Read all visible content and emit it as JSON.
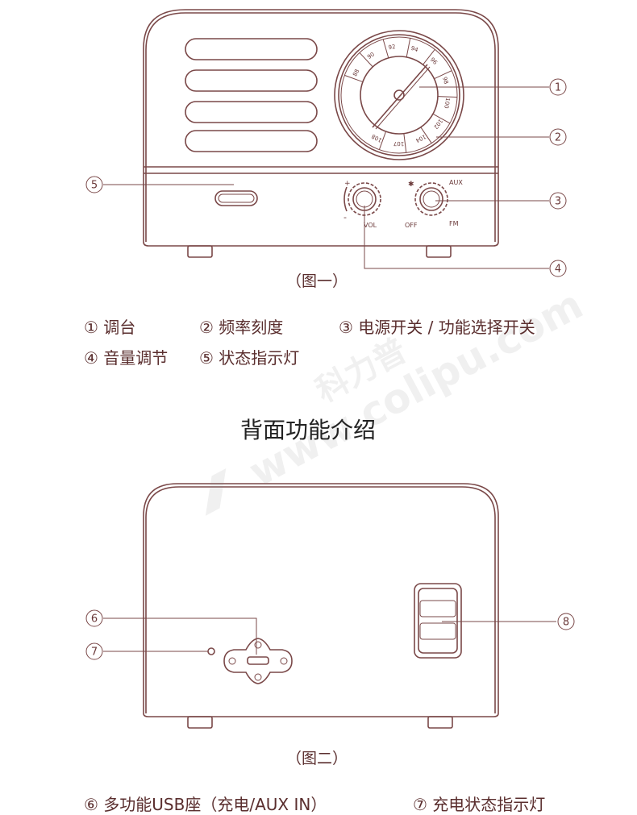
{
  "front": {
    "dial_labels": [
      "88",
      "90",
      "92",
      "94",
      "96",
      "98",
      "100",
      "102",
      "104",
      "107",
      "108"
    ],
    "knob_labels": {
      "vol": "VOL",
      "plus": "+",
      "minus": "-",
      "off": "OFF",
      "fm": "FM",
      "aux": "AUX",
      "bt": "✱"
    },
    "callouts": [
      "①",
      "②",
      "③",
      "④",
      "⑤"
    ],
    "caption": "（图一）"
  },
  "legend": {
    "row1": [
      "① 调台",
      "② 频率刻度",
      "③ 电源开关 / 功能选择开关"
    ],
    "row2": [
      "④ 音量调节",
      "⑤ 状态指示灯"
    ]
  },
  "heading": "背面功能介绍",
  "back": {
    "callouts": [
      "⑥",
      "⑦",
      "⑧"
    ],
    "caption": "（图二）",
    "legend": [
      "⑥ 多功能USB座（充电/AUX IN）",
      "⑦ 充电状态指示灯"
    ]
  },
  "watermark": {
    "brand": "科力普",
    "url": "www.colipu.com"
  },
  "colors": {
    "line": "#7a4848",
    "text": "#5a2e2e"
  }
}
